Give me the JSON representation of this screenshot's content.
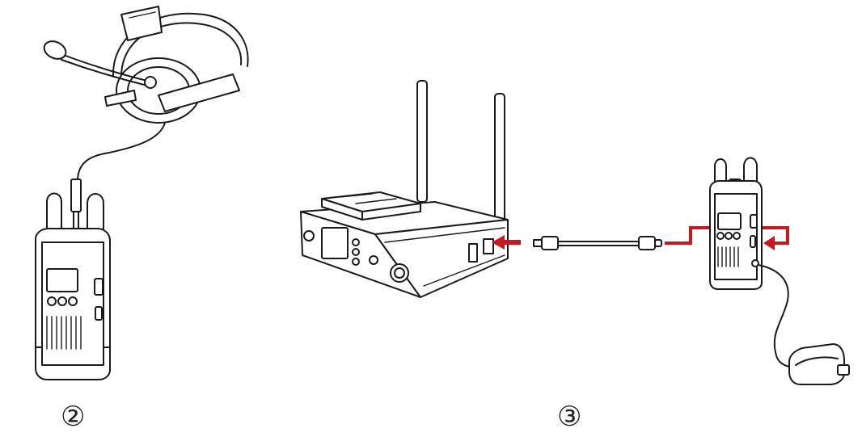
{
  "diagram": {
    "steps": [
      {
        "id": "step-2",
        "label": "②",
        "description_visible": false
      },
      {
        "id": "step-3",
        "label": "③",
        "description_visible": false
      }
    ],
    "colors": {
      "line": "#1a1a1a",
      "connection_arrow": "#c8171e",
      "background": "#ffffff"
    },
    "icons": {
      "headset": "headset-icon",
      "beltpack_left": "beltpack-icon",
      "base_station": "base-station-icon",
      "usb_cable": "usb-cable-icon",
      "beltpack_right": "beltpack-icon",
      "footswitch": "foot-pedal-icon"
    }
  }
}
